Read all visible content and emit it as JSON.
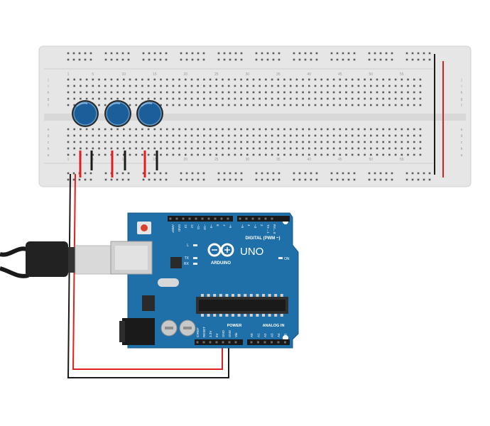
{
  "breadboard": {
    "column_numbers": [
      "1",
      "5",
      "10",
      "15",
      "20",
      "25",
      "30",
      "35",
      "40",
      "45",
      "50",
      "55"
    ],
    "row_letters_top": [
      "j",
      "i",
      "h",
      "g",
      "f"
    ],
    "row_letters_bottom": [
      "e",
      "d",
      "c",
      "b",
      "a"
    ]
  },
  "potentiometers": [
    {
      "name": "potentiometer-1"
    },
    {
      "name": "potentiometer-2"
    },
    {
      "name": "potentiometer-3"
    }
  ],
  "arduino": {
    "model": "UNO",
    "brand": "ARDUINO",
    "digital_header": "DIGITAL (PWM ~)",
    "power_header": "POWER",
    "analog_header": "ANALOG IN",
    "on_label": "ON",
    "tx_label": "TX",
    "rx_label": "RX",
    "l_label": "L",
    "digital_pins": [
      "AREF",
      "GND",
      "13",
      "12",
      "~11",
      "~10",
      "~9",
      "8",
      "7",
      "~6",
      "~5",
      "4",
      "~3",
      "2",
      "TX→1",
      "RX←0"
    ],
    "power_pins": [
      "IOREF",
      "RESET",
      "3.3V",
      "5V",
      "GND",
      "GND",
      "Vin"
    ],
    "analog_pins": [
      "A0",
      "A1",
      "A2",
      "A3",
      "A4",
      "A5"
    ]
  },
  "colors": {
    "board_blue": "#1f6fa8",
    "breadboard": "#e6e6e6",
    "wire_red": "#e02020",
    "wire_black": "#1a1a1a",
    "knob_blue": "#1c5e9a"
  }
}
